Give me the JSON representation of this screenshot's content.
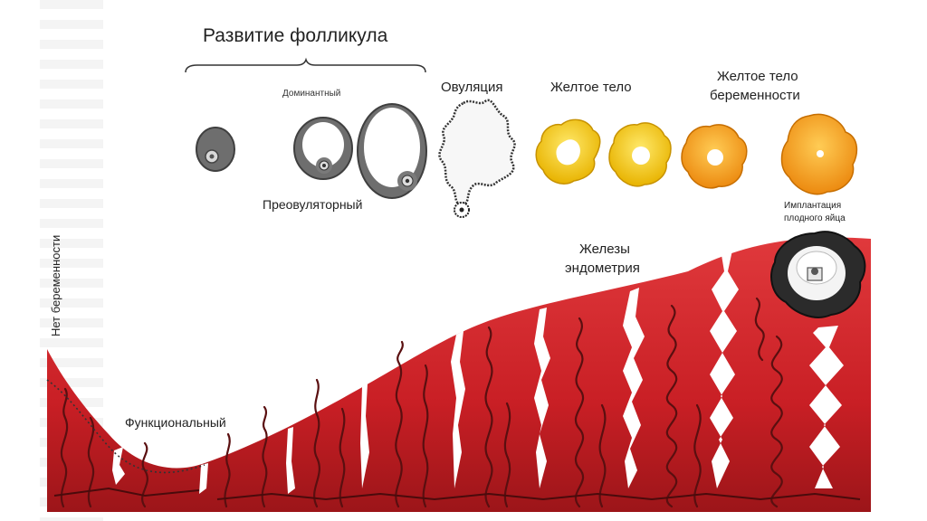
{
  "labels": {
    "follicle_development": "Развитие фолликула",
    "dominant": "Доминантный",
    "preovulatory": "Преовуляторный",
    "ovulation": "Овуляция",
    "corpus_luteum": "Желтое тело",
    "corpus_luteum_pregnancy_line1": "Желтое тело",
    "corpus_luteum_pregnancy_line2": "беременности",
    "implantation_line1": "Имплантация",
    "implantation_line2": "плодного яйца",
    "endometrial_glands_line1": "Железы",
    "endometrial_glands_line2": "эндометрия",
    "functional": "Функциональный",
    "no_pregnancy": "Нет беременности"
  },
  "colors": {
    "endometrium": "#d2262c",
    "endometrium_dark": "#8e1518",
    "gland": "#5a0f10",
    "follicle": "#6e6e6e",
    "corpus_luteum_yellow": "#f2c200",
    "corpus_luteum_orange": "#f39a17",
    "embryo_dark": "#2b2b2b"
  }
}
